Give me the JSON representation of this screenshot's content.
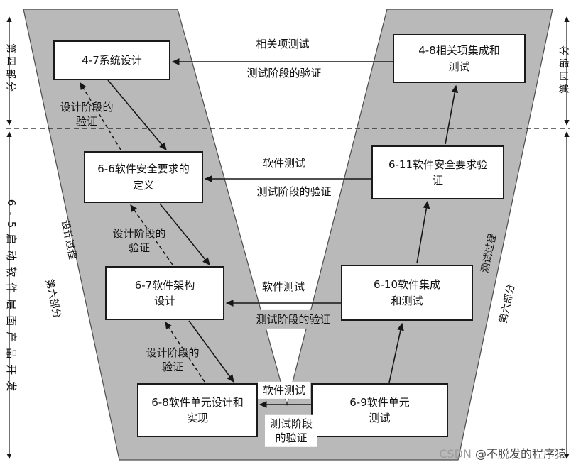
{
  "boxes": {
    "sys_design": "4-7系统设计",
    "item_integration_test": "4-8相关项集成和\n测试",
    "sw_safety_req_def": "6-6软件安全要求的\n定义",
    "sw_safety_req_verif": "6-11软件安全要求验\n证",
    "sw_arch_design": "6-7软件架构\n设计",
    "sw_integration_test": "6-10软件集成\n和测试",
    "sw_unit_design_impl": "6-8软件单元设计和\n实现",
    "sw_unit_test": "6-9软件单元\n测试"
  },
  "center_labels": {
    "row1_test": "相关项测试",
    "row1_verif": "测试阶段的验证",
    "row2_test": "软件测试",
    "row2_verif": "测试阶段的验证",
    "row3_test": "软件测试",
    "row3_verif": "测试阶段的验证",
    "row4_test": "软件测试",
    "row4_verif": "测试阶段\n的验证"
  },
  "design_verif_labels": {
    "v1": "设计阶段的\n验证",
    "v2": "设计阶段的\n验证",
    "v3": "设计阶段的\n验证"
  },
  "side_labels": {
    "part4_left": "第四部分",
    "part4_right": "第四部分",
    "sw_level_dev": "6-5启动软件层面产品开发",
    "design_process": "设计过程",
    "part6_left": "第六部分",
    "test_process": "测试过程",
    "part6_right": "第六部分"
  },
  "watermark": {
    "prefix": "CSDN ",
    "name": "@不脱发的程序猿"
  },
  "colors": {
    "band_gray": "#b9b9b9",
    "line_black": "#1a1a1a",
    "highlight_gray": "#b9b9b9"
  }
}
